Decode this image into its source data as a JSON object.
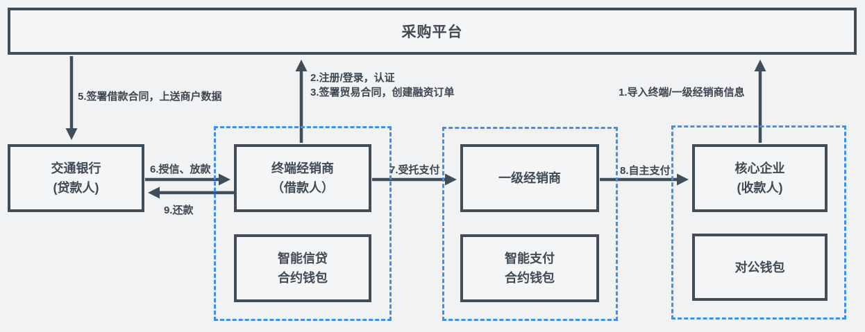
{
  "diagram": {
    "platform": {
      "label": "采购平台"
    },
    "nodes": {
      "bank": {
        "line1": "交通银行",
        "line2": "(贷款人)"
      },
      "terminal_dealer": {
        "line1": "终端经销商",
        "line2": "（借款人）"
      },
      "tier1_dealer": {
        "line1": "一级经销商"
      },
      "core_enterprise": {
        "line1": "核心企业",
        "line2": "(收款人)"
      },
      "credit_wallet": {
        "line1": "智能信贷",
        "line2": "合约钱包"
      },
      "payment_wallet": {
        "line1": "智能支付",
        "line2": "合约钱包"
      },
      "corporate_wallet": {
        "line1": "对公钱包"
      }
    },
    "edges": {
      "e1": {
        "label": "1.导入终端/一级经销商信息"
      },
      "e2": {
        "label": "2.注册/登录，认证"
      },
      "e3": {
        "label": "3.签署贸易合同，创建融资订单"
      },
      "e5": {
        "label": "5.签署借款合同，上送商户数据"
      },
      "e6": {
        "label": "6.授信、放款"
      },
      "e7": {
        "label": "7.受托支付"
      },
      "e8": {
        "label": "8.自主支付"
      },
      "e9": {
        "label": "9.还款"
      }
    },
    "colors": {
      "line": "#414e5a",
      "text": "#3c4650",
      "dashed_border": "#3f90ee",
      "background": "#f0f2f4",
      "box_fill": "#f4f5f7"
    }
  }
}
